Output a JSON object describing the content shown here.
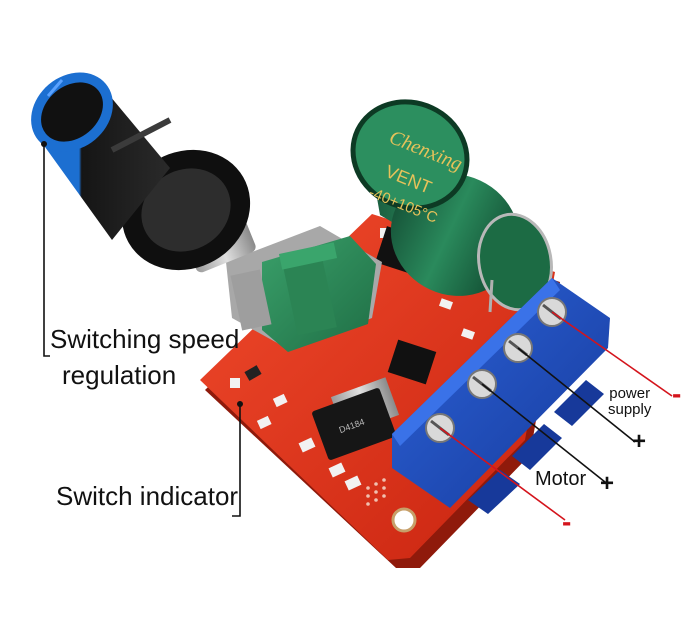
{
  "labels": {
    "speed_line1": "Switching speed",
    "speed_line2": "regulation",
    "indicator": "Switch indicator",
    "power_line1": "power",
    "power_line2": "supply",
    "motor": "Motor"
  },
  "signs": {
    "power_minus": "-",
    "power_plus": "+",
    "motor_plus": "+",
    "motor_minus": "-"
  },
  "capacitor": {
    "brand": "Chenxing",
    "series": "VENT",
    "temp": "-40+105°C"
  },
  "colors": {
    "pcb": "#e8321c",
    "terminal": "#1f4fc4",
    "capacitor": "#1f6b45",
    "pot": "#2e8a5a",
    "knob": "#141414",
    "knob_accent": "#1c6fd1",
    "wire_positive": "#111111",
    "wire_negative": "#d4141c"
  }
}
